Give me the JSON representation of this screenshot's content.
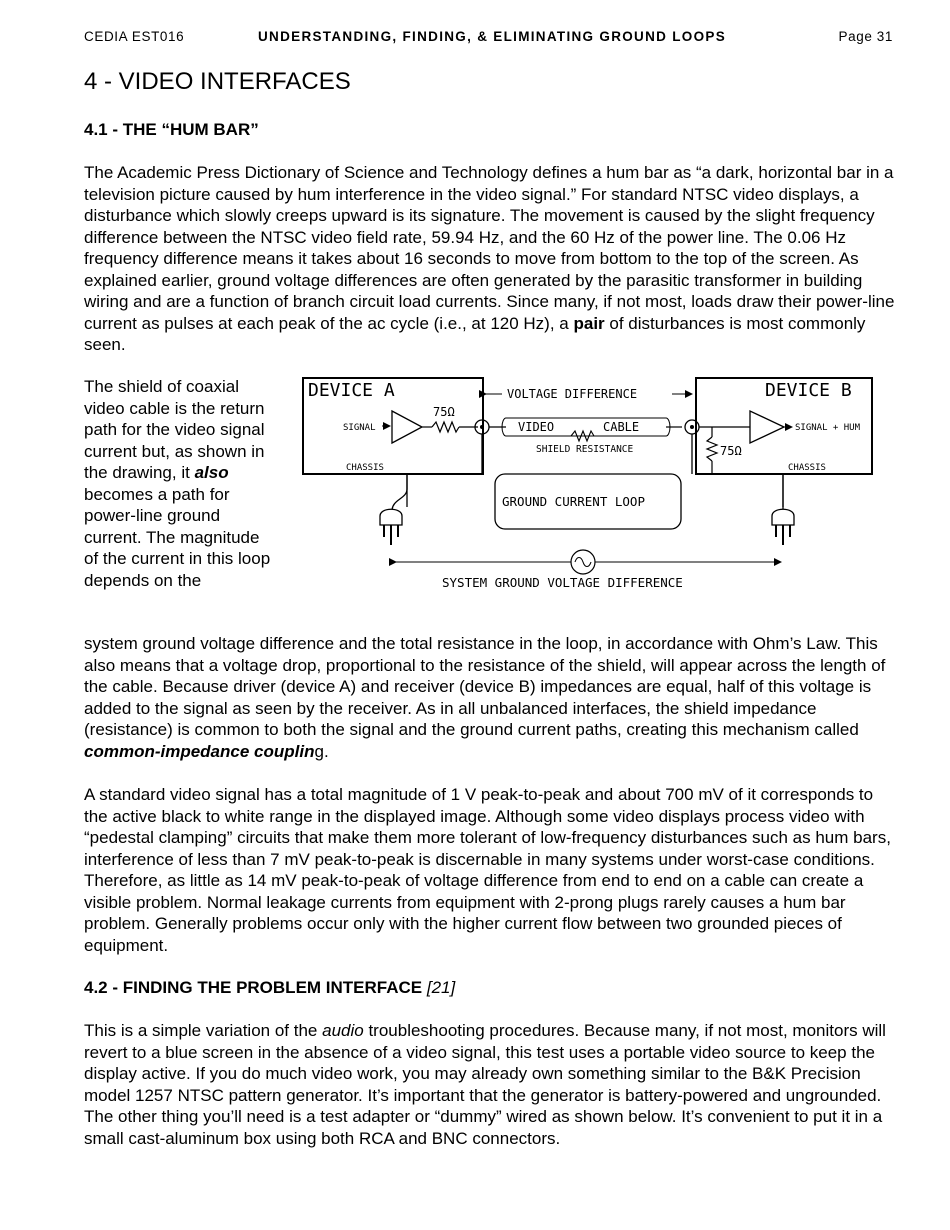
{
  "header": {
    "left": "CEDIA EST016",
    "center": "UNDERSTANDING, FINDING, & ELIMINATING GROUND LOOPS",
    "right": "Page 31"
  },
  "section_title": "4 - VIDEO INTERFACES",
  "s41": {
    "heading": "4.1 - THE “HUM BAR”",
    "p1_a": "The Academic Press Dictionary of Science and Technology defines a hum bar as “a dark, horizontal bar in a television picture caused by hum interference in the video signal.” For standard NTSC video displays, a disturbance which slowly creeps upward is its signature. The movement is caused by the slight frequency difference between the NTSC video field rate, 59.94 Hz, and the 60 Hz of the power line. The 0.06 Hz frequency difference means it takes about 16 seconds to move from bottom to the top of the screen. As explained earlier, ground voltage differences are often generated by the parasitic transformer in building wiring and are a function of branch circuit load currents. Since many, if not most, loads draw their power-line current as pulses at each peak of the ac cycle (i.e., at 120 Hz), a ",
    "p1_bold": "pair",
    "p1_b": " of disturbances is most commonly seen.",
    "p2_a": "The shield of coaxial video cable is the return path for the video signal current but, as shown in the drawing, it ",
    "p2_bi": "also",
    "p2_b": " becomes a path for power-line ground current. The magnitude of the current in this loop depends on the",
    "p2_c": "system ground voltage difference and the total resistance in the loop, in accordance with Ohm’s Law. This also means that a voltage drop, proportional to the resistance of the shield, will appear across the length of the cable. Because driver (device A) and receiver (device B) impedances are equal, half of this voltage is added to the signal as seen by the receiver. As in all unbalanced interfaces, the shield impedance (resistance) is common to both the signal and the ground current paths, creating this mechanism called ",
    "p2_bi2": "common-impedance couplin",
    "p2_d": "g.",
    "p3": "A standard video signal has a total magnitude of 1 V peak-to-peak and about 700 mV of it corresponds to the active black to white range in the displayed image. Although some video displays process video with “pedestal clamping” circuits that make them more tolerant of low-frequency disturbances such as hum bars, interference of less than 7 mV peak-to-peak is discernable in many systems under worst-case conditions. Therefore, as little as 14 mV peak-to-peak of voltage difference from end to end on a cable can create a visible problem. Normal leakage currents from equipment with 2-prong plugs rarely causes a hum bar problem. Generally problems occur only with the higher current flow between two grounded pieces of equipment."
  },
  "s42": {
    "heading": "4.2 - FINDING THE PROBLEM INTERFACE",
    "ref": "[21]",
    "p1_a": "This is a simple variation of the ",
    "p1_i": "audio",
    "p1_b": " troubleshooting procedures. Because many, if not most, monitors will revert to a blue screen in the absence of a video signal, this test uses a portable video source to keep the display active. If you do much video work, you may already own something similar to the B&K Precision model 1257 NTSC pattern generator. It’s important that the generator is battery-powered and ungrounded. The other thing you’ll need is a test adapter or “dummy” wired as shown below. It’s convenient to put it in a small cast-aluminum box using both RCA and BNC connectors."
  },
  "diagram": {
    "device_a": "DEVICE A",
    "device_b": "DEVICE B",
    "voltage_difference": "VOLTAGE DIFFERENCE",
    "signal_in": "SIGNAL",
    "signal_out": "SIGNAL + HUM",
    "chassis_a": "CHASSIS",
    "chassis_b": "CHASSIS",
    "r_a": "75Ω",
    "r_b": "75Ω",
    "cable_video": "VIDEO",
    "cable_cable": "CABLE",
    "shield_resistance": "SHIELD RESISTANCE",
    "ground_loop": "GROUND CURRENT LOOP",
    "system_ground": "SYSTEM GROUND VOLTAGE DIFFERENCE"
  }
}
